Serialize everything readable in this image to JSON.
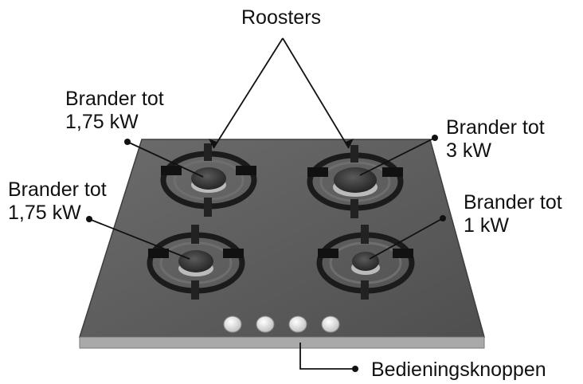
{
  "labels": {
    "roosters": "Roosters",
    "burner_top_left": {
      "line1": "Brander tot",
      "line2": "1,75 kW"
    },
    "burner_bottom_left": {
      "line1": "Brander tot",
      "line2": "1,75 kW"
    },
    "burner_top_right": {
      "line1": "Brander tot",
      "line2": "3 kW"
    },
    "burner_bottom_right": {
      "line1": "Brander tot",
      "line2": "1 kW"
    },
    "knobs": "Bedieningsknoppen"
  },
  "colors": {
    "glass": "#5e5e5e",
    "glass_edge": "#a9a9a9",
    "grate": "#1b1b1b",
    "burner_cap": "#3a3a3a",
    "knob": "#e8e8e8",
    "leader": "#111111"
  }
}
